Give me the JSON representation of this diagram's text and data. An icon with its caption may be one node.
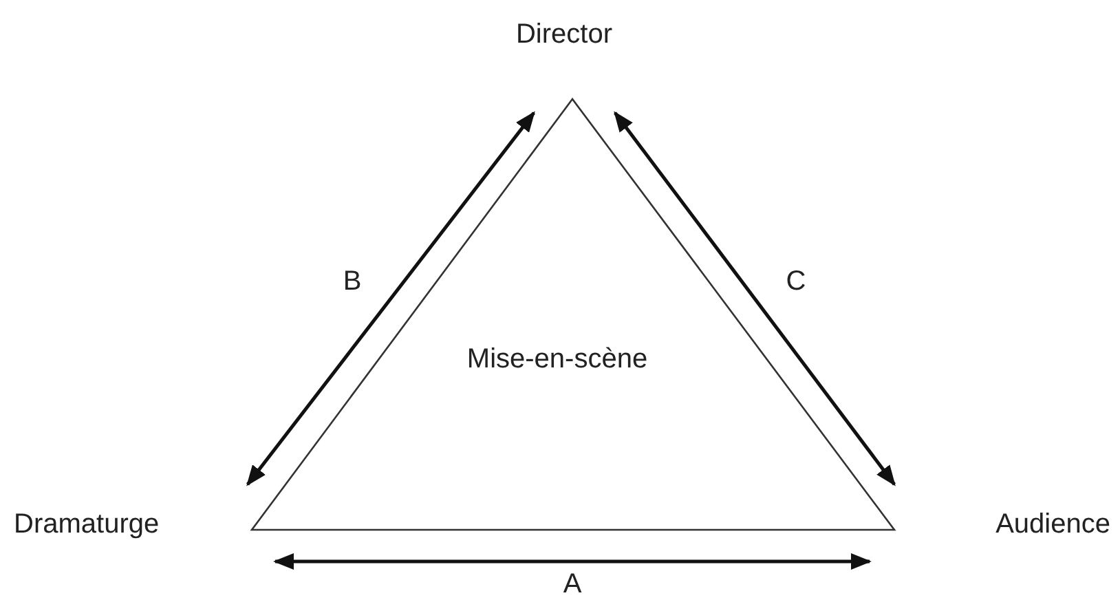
{
  "diagram": {
    "nodes": [
      {
        "text": [
          "Director"
        ]
      },
      {
        "text": [
          "Mise-en-scène"
        ]
      },
      {
        "text": [
          "Dramaturge"
        ]
      },
      {
        "text": [
          "Audience"
        ]
      }
    ],
    "edges": [
      {
        "from": 2,
        "to": 0,
        "arrow": "both",
        "label": "B"
      },
      {
        "from": 0,
        "to": 3,
        "arrow": "both",
        "label": "C"
      },
      {
        "from": 2,
        "to": 3,
        "arrow": "both",
        "label": "A"
      }
    ]
  }
}
